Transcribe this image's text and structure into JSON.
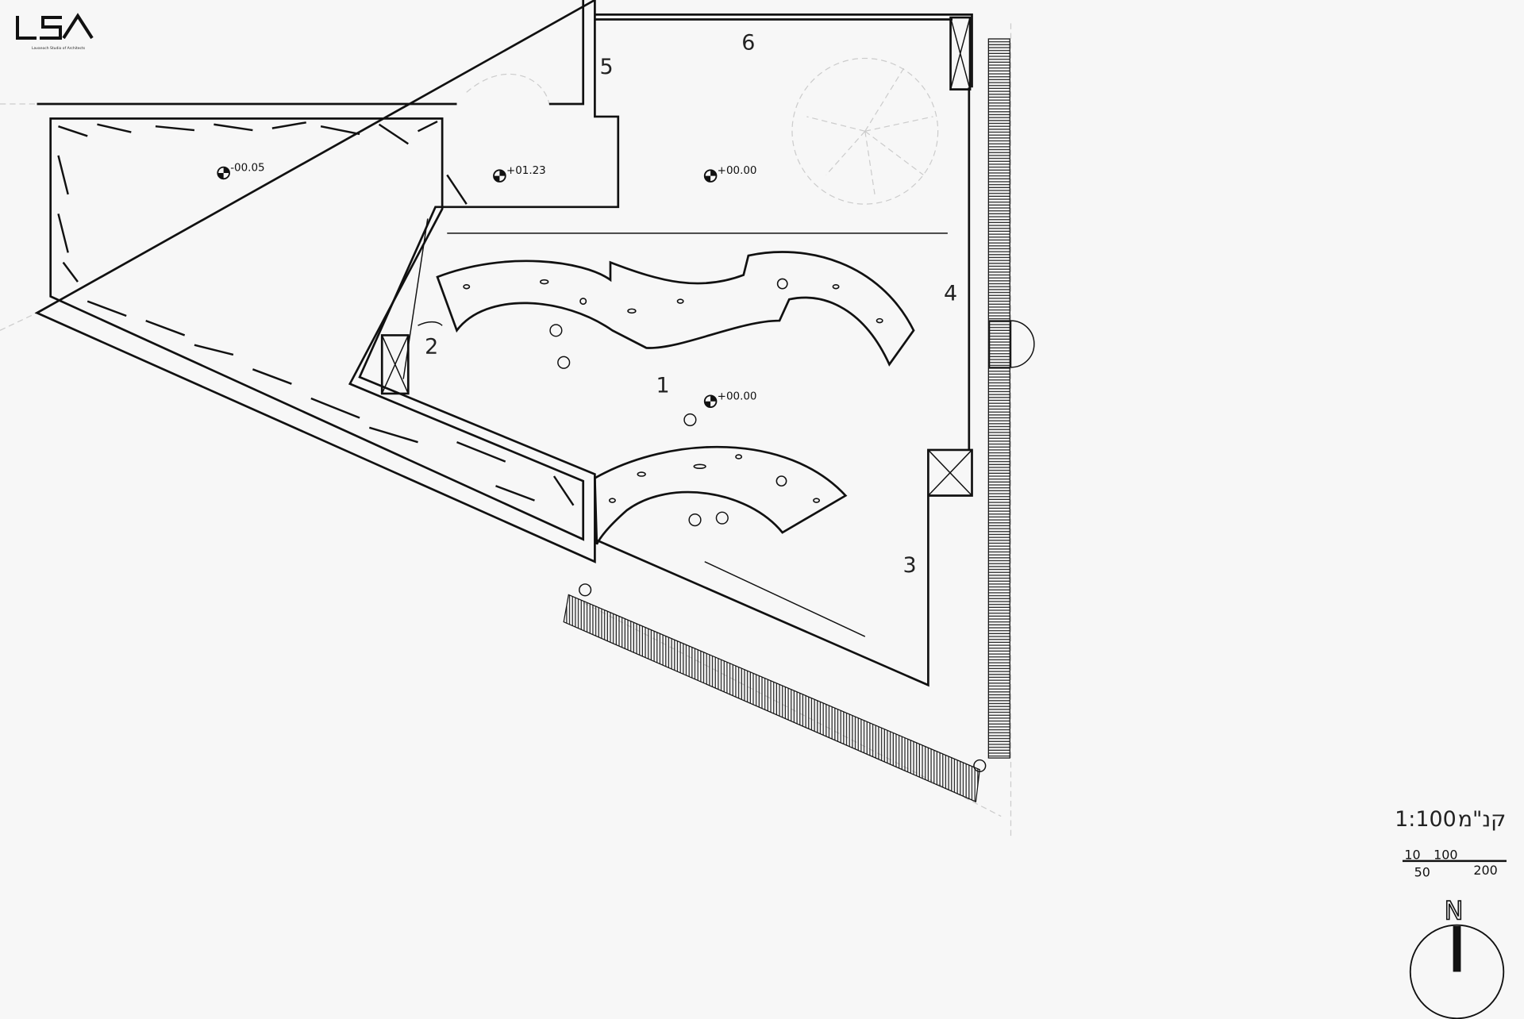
{
  "logo": {
    "mark": "LSA",
    "subtitle": "Lavanoch Studio of Architects"
  },
  "rooms": [
    {
      "number": "1"
    },
    {
      "number": "2"
    },
    {
      "number": "3"
    },
    {
      "number": "4"
    },
    {
      "number": "5"
    },
    {
      "number": "6"
    }
  ],
  "levels": [
    {
      "value": "-00.05"
    },
    {
      "value": "+01.23"
    },
    {
      "value": "+00.00"
    },
    {
      "value": "+00.00"
    }
  ],
  "scale": {
    "label": "1:100",
    "hebrew": "קנ\"מ",
    "bar_ticks": [
      "10",
      "100",
      "50",
      "200"
    ]
  },
  "north": {
    "label": "N"
  }
}
